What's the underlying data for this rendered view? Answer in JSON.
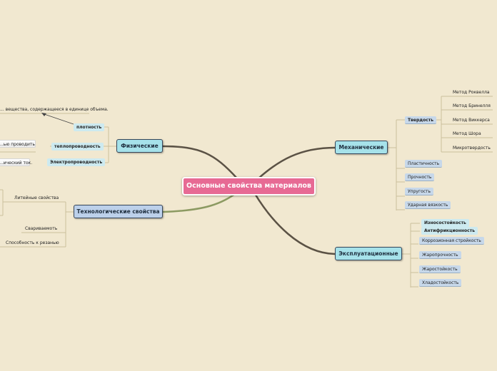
{
  "center": {
    "label": "Основные свойства материалов"
  },
  "branches": {
    "physical": {
      "label": "Физические",
      "items": {
        "density": {
          "label": "плотность",
          "note": "... вещества, содержащееся в единице объема."
        },
        "thermal": {
          "label": "теплопроводность",
          "note": "...ью проводить"
        },
        "electric": {
          "label": "Электропроводность",
          "note": "...ический ток."
        }
      }
    },
    "technological": {
      "label": "Технологические свойства",
      "items": {
        "casting": "Литейные свойства",
        "welding": "Свариваемоть",
        "cutting": "Способность к резанью"
      }
    },
    "mechanical": {
      "label": "Механические",
      "hardness": {
        "label": "Твердость",
        "methods": [
          "Метод Роквелла",
          "Метод Бринелля",
          "Метод Виккерса",
          "Метод Шора",
          "Микротвердость"
        ]
      },
      "items": [
        "Пластичность",
        "Прочность",
        "Упругость",
        "Ударная вязкость"
      ]
    },
    "operational": {
      "label": "Эксплуатационные",
      "items": [
        "Износостойкость",
        "Антифрикционность",
        "Коррозионная стройкость",
        "Жаропрочность",
        "Жаростойкость",
        "Хладостойкость"
      ]
    }
  },
  "colors": {
    "background": "#f1e8d0",
    "central": "#e76a94",
    "main_cyan": "#a6e2ea",
    "main_blue": "#bcd0ea",
    "branch_dark": "#5b5245",
    "branch_olive": "#8c9a62"
  }
}
